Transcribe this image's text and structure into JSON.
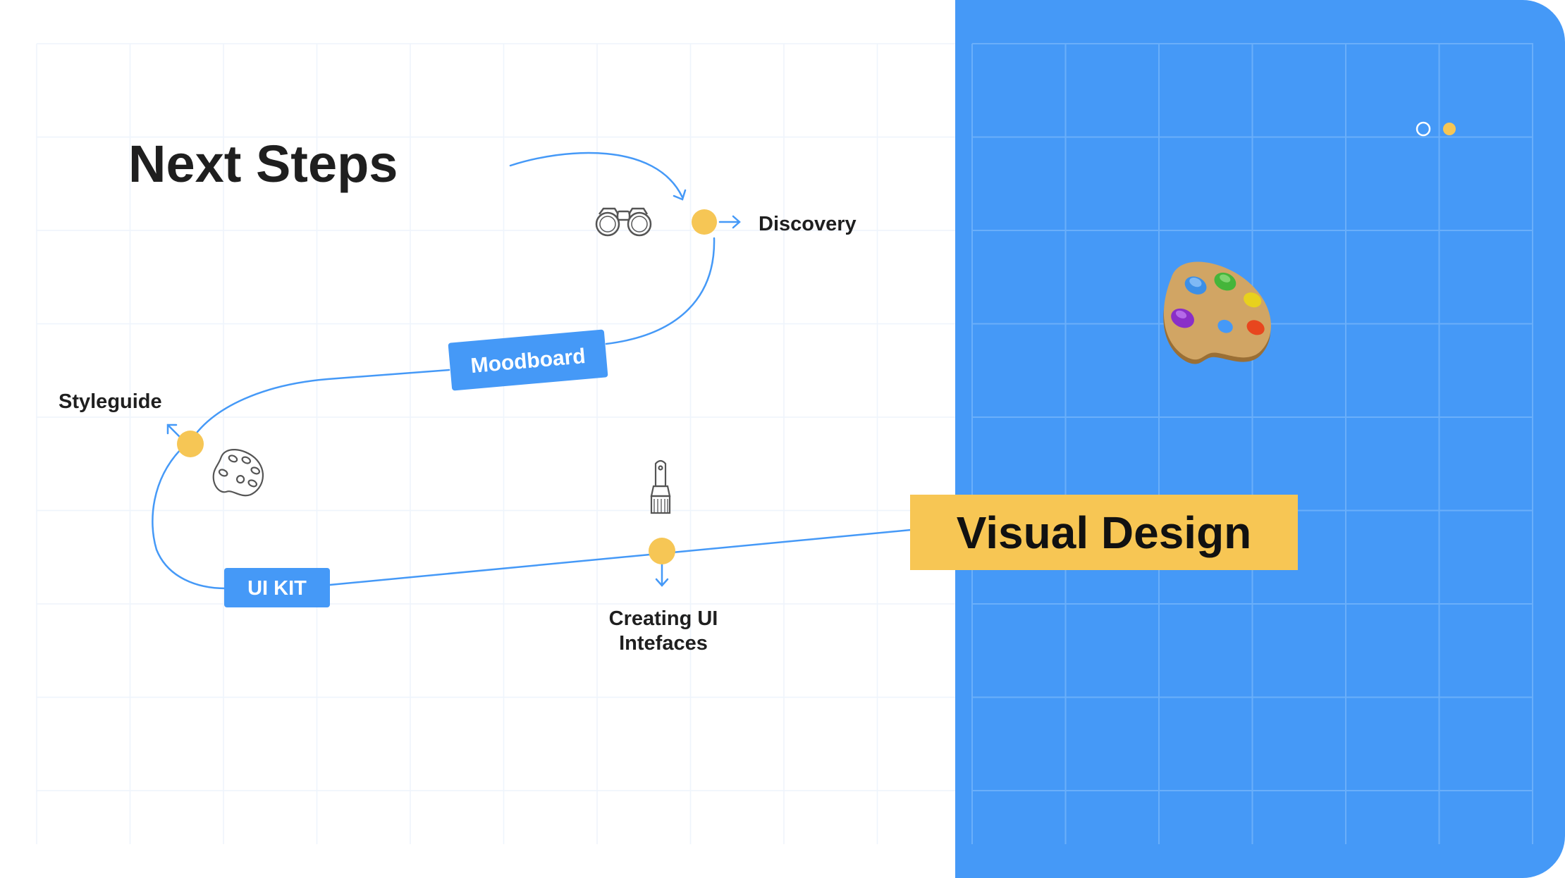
{
  "title": "Next Steps",
  "steps": {
    "discovery": "Discovery",
    "moodboard": "Moodboard",
    "styleguide": "Styleguide",
    "ui_kit": "UI KIT",
    "creating_ui_line1": "Creating UI",
    "creating_ui_line2": "Intefaces"
  },
  "highlight": "Visual Design",
  "pagination": {
    "total": 2,
    "active": 2
  },
  "colors": {
    "accent_blue": "#4599f7",
    "dot_yellow": "#f6c655",
    "label_yellow": "#f7c654",
    "panel_blue": "#4599f7",
    "text_dark": "#1f1f1f"
  },
  "icons": {
    "discovery": "binoculars-icon",
    "styleguide": "palette-outline-icon",
    "creating_ui": "brush-icon",
    "visual_design": "paint-palette-illustration"
  }
}
